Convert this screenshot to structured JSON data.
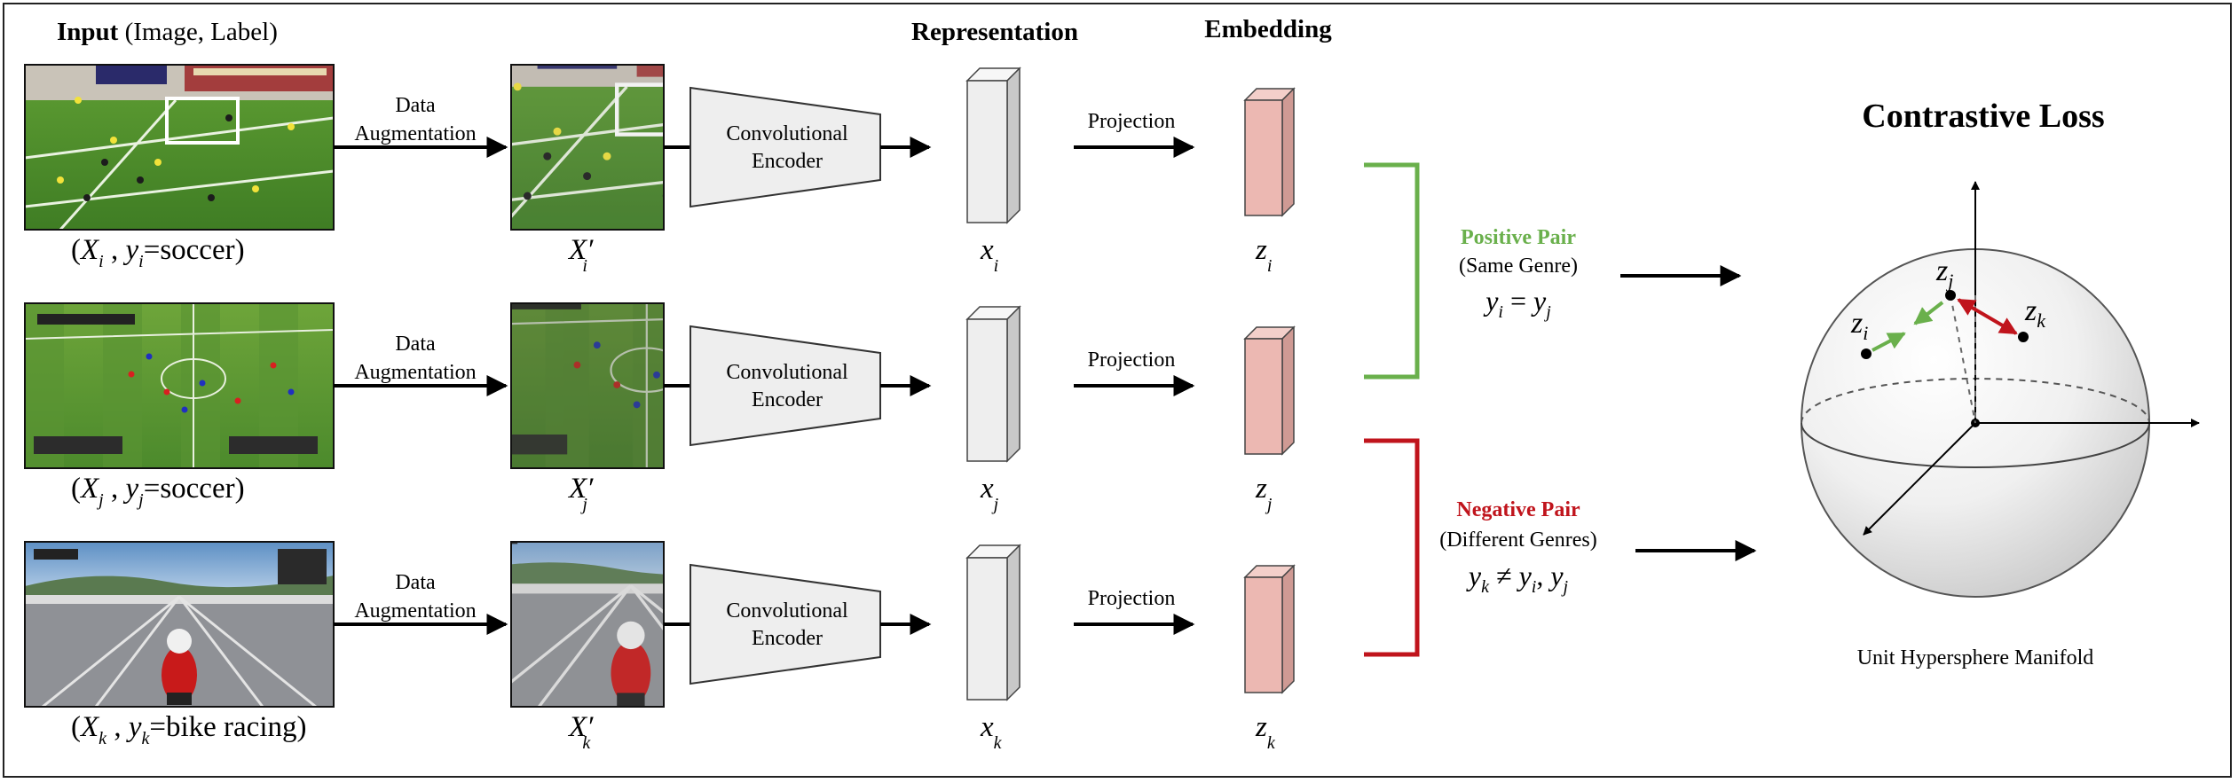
{
  "headers": {
    "input_bold": "Input",
    "input_rest": " (Image, Label)",
    "representation": "Representation",
    "embedding": "Embedding",
    "loss_title": "Contrastive Loss"
  },
  "arrows": {
    "augment_line1": "Data",
    "augment_line2": "Augmentation",
    "projection": "Projection"
  },
  "encoder": {
    "line1": "Convolutional",
    "line2": "Encoder"
  },
  "rows": [
    {
      "input_var": "X",
      "input_sub": "i",
      "label_var": "y",
      "label_sub": "i",
      "label_value": "=soccer",
      "aug_var": "X′",
      "aug_sub": "i",
      "rep_var": "x",
      "rep_sub": "i",
      "emb_var": "z",
      "emb_sub": "i"
    },
    {
      "input_var": "X",
      "input_sub": "j",
      "label_var": "y",
      "label_sub": "j",
      "label_value": "=soccer",
      "aug_var": "X′",
      "aug_sub": "j",
      "rep_var": "x",
      "rep_sub": "j",
      "emb_var": "z",
      "emb_sub": "j"
    },
    {
      "input_var": "X",
      "input_sub": "k",
      "label_var": "y",
      "label_sub": "k",
      "label_value": "=bike racing",
      "aug_var": "X′",
      "aug_sub": "k",
      "rep_var": "x",
      "rep_sub": "k",
      "emb_var": "z",
      "emb_sub": "k"
    }
  ],
  "positive": {
    "title": "Positive Pair",
    "subtitle": "(Same Genre)",
    "eq_left": "y",
    "eq_left_sub": "i",
    "eq_op": " = ",
    "eq_right": "y",
    "eq_right_sub": "j",
    "color": "#6ab04c"
  },
  "negative": {
    "title": "Negative Pair",
    "subtitle": "(Different Genres)",
    "eq_left": "y",
    "eq_left_sub": "k",
    "eq_op": " ≠ ",
    "eq_mid": "y",
    "eq_mid_sub": "i",
    "eq_sep": ", ",
    "eq_right": "y",
    "eq_right_sub": "j",
    "color": "#c0141c"
  },
  "sphere": {
    "caption": "Unit Hypersphere Manifold",
    "points": [
      {
        "var": "z",
        "sub": "i"
      },
      {
        "var": "z",
        "sub": "j"
      },
      {
        "var": "z",
        "sub": "k"
      }
    ]
  },
  "colors": {
    "encoder_fill": "#eeeeee",
    "rep_fill": "#eeeeee",
    "emb_fill": "#ecb8b2",
    "field_green": "#4e8f2a",
    "sky_blue": "#7aa9d6",
    "track_gray": "#8f9196"
  }
}
